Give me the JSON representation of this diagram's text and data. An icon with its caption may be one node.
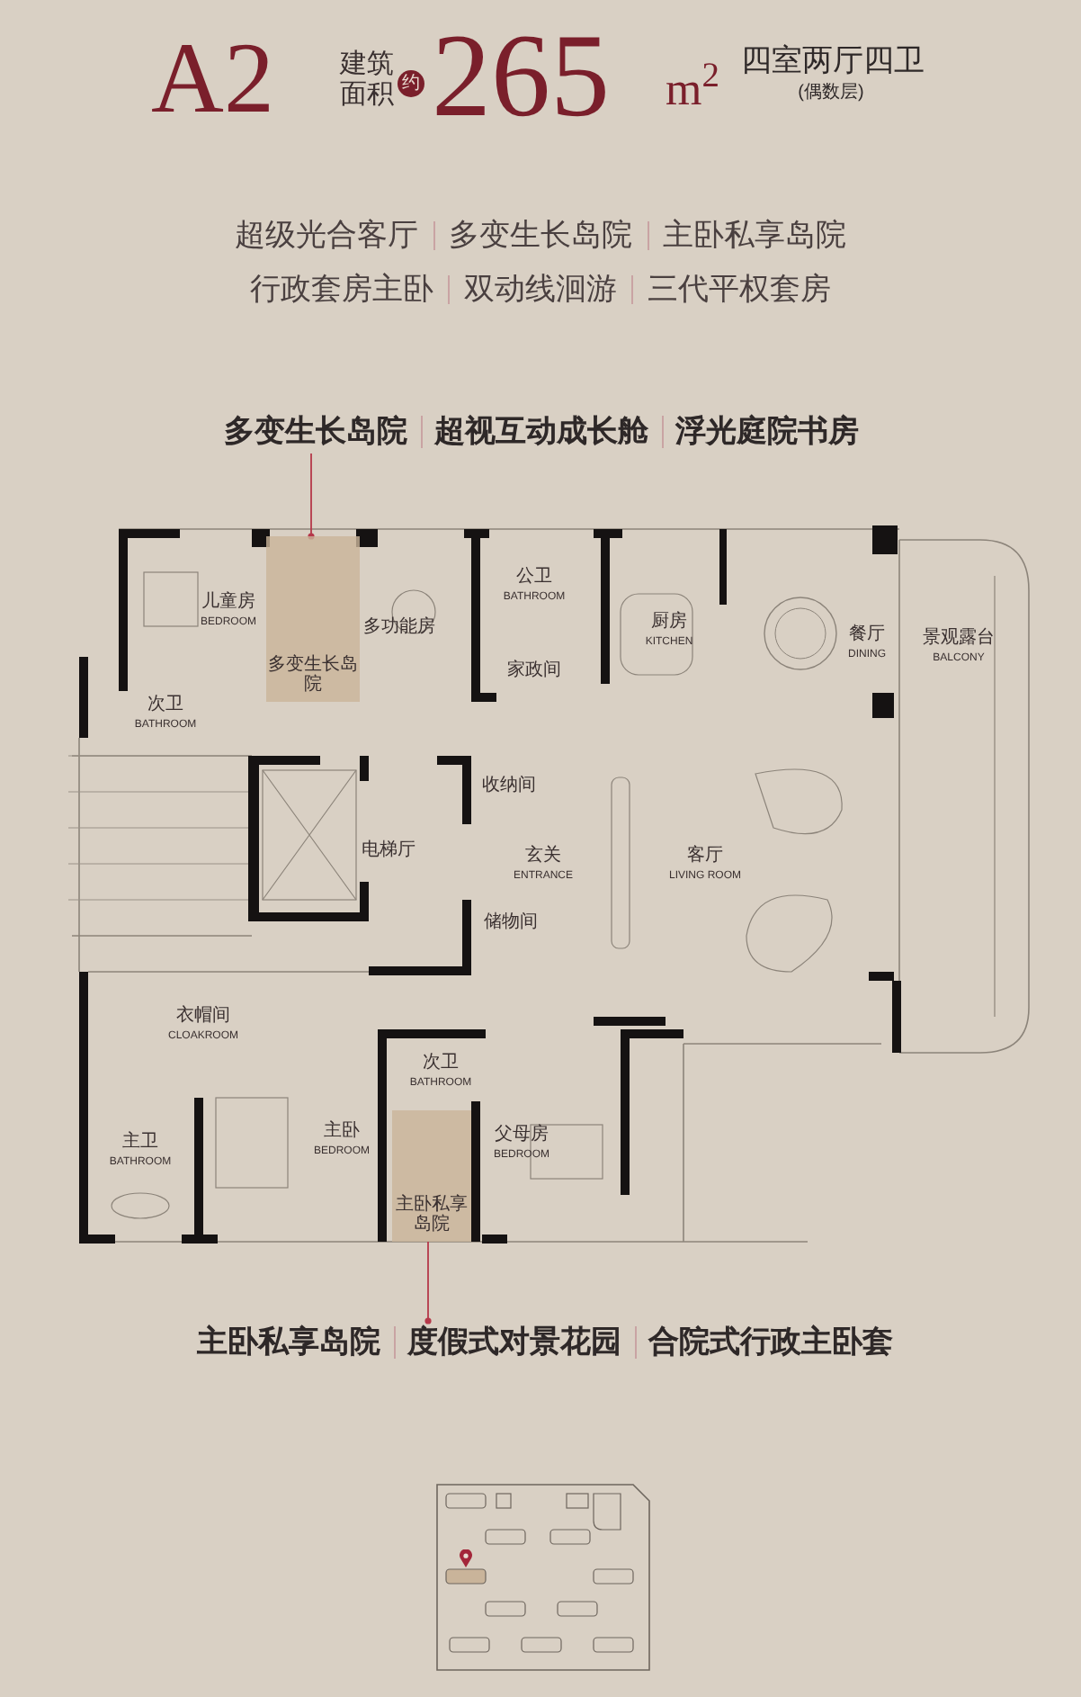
{
  "diagram": {
    "title": "A2",
    "nodes": [
      {
        "text": [
          "多变生长岛院",
          "超视互动成长舱",
          "浮光庭院书房"
        ]
      },
      {
        "text": [
          "多变生长岛院"
        ]
      },
      {
        "text": [
          "主卧私享岛院"
        ]
      },
      {
        "text": [
          "主卧私享岛院",
          "度假式对景花园",
          "合院式行政主卧套"
        ]
      }
    ],
    "edges": [
      {
        "from": 0,
        "to": 1,
        "arrow": "other"
      },
      {
        "from": 2,
        "to": 3,
        "arrow": "other"
      }
    ],
    "labels": [
      "建筑面积",
      "约",
      "265",
      "m$^{2}$",
      "四室两厅四卫",
      "(偶数层)",
      "超级光合客厅",
      "多变生长岛院",
      "主卧私享岛院",
      "行政套房主卧",
      "双动线洄游",
      "三代平权套房",
      "儿童房",
      "BEDROOM",
      "多功能房",
      "公卫",
      "BATHROOM",
      "家政间",
      "厨房",
      "KITCHEN",
      "餐厅",
      "DINING",
      "景观露台",
      "BALCONY",
      "次卫",
      "BATHROOM",
      "电梯厅",
      "收纳间",
      "玄关",
      "ENTRANCE",
      "储物间",
      "客厅",
      "LIVING ROOM",
      "衣帽间",
      "CLOAKROOM",
      "主卫",
      "BATHROOM",
      "主卧",
      "BEDROOM",
      "次卫",
      "BATHROOM",
      "父母房",
      "BEDROOM"
    ]
  }
}
